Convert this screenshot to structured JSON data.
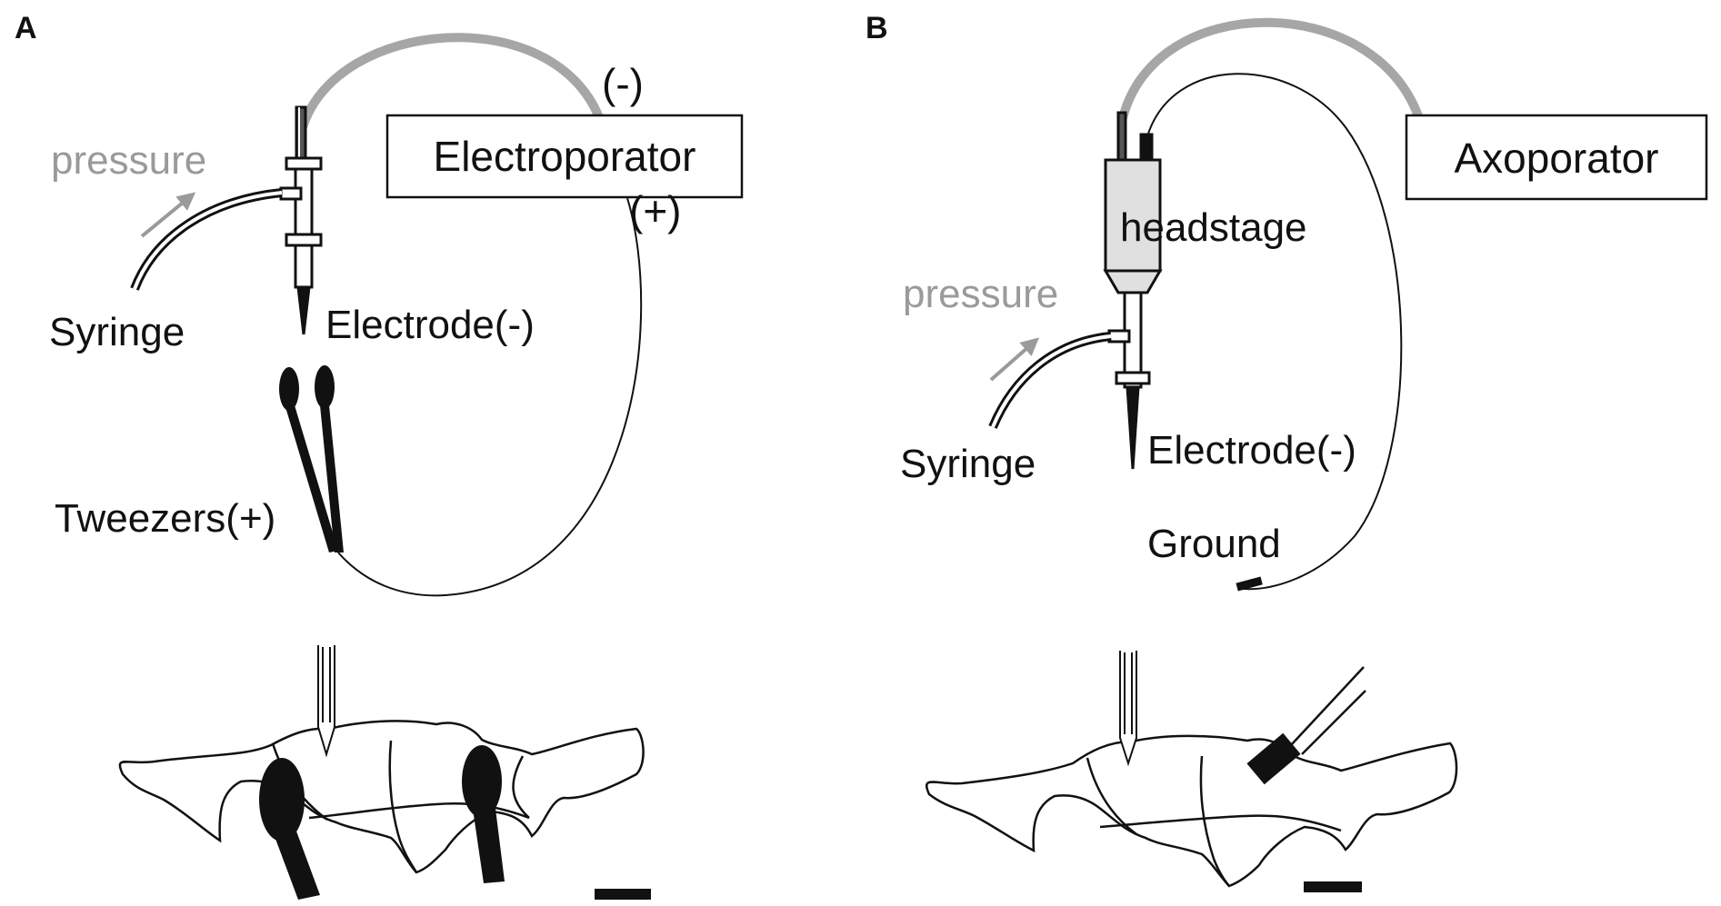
{
  "panel_a": {
    "letter": "A",
    "box_label": "Electroporator",
    "minus_label": "(-)",
    "plus_label": "(+)",
    "pressure_label": "pressure",
    "syringe_label": "Syringe",
    "electrode_label": "Electrode(-)",
    "tweezers_label": "Tweezers(+)"
  },
  "panel_b": {
    "letter": "B",
    "box_label": "Axoporator",
    "headstage_label": "headstage",
    "pressure_label": "pressure",
    "syringe_label": "Syringe",
    "electrode_label": "Electrode(-)",
    "ground_label": "Ground"
  },
  "colors": {
    "cable_gray": "#a6a6a6",
    "pressure_gray": "#9a9a9a",
    "headstage_fill": "#e0e0e0",
    "ink": "#111111"
  }
}
